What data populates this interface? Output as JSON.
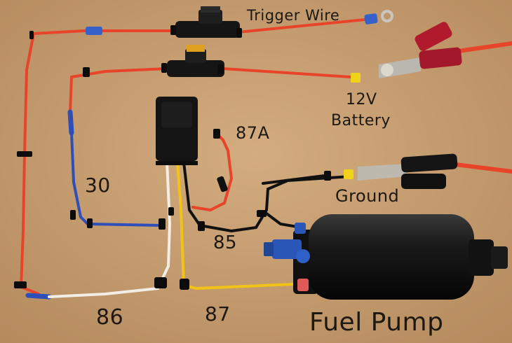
{
  "labels": {
    "trigger_wire": "Trigger Wire",
    "battery_12v": "12V",
    "battery_word": "Battery",
    "relay_87a": "87A",
    "relay_30": "30",
    "ground": "Ground",
    "relay_85": "85",
    "relay_86": "86",
    "relay_87": "87",
    "fuel_pump": "Fuel Pump"
  },
  "wire_colors": {
    "power": "#e8442a",
    "relay_30": "#2f4fb8",
    "relay_86": "#f2eee6",
    "relay_87": "#f1c318",
    "ground": "#111111"
  },
  "components": [
    "fuse",
    "fuse",
    "relay",
    "alligator-clip",
    "alligator-clip",
    "fuel-pump",
    "ring-terminal"
  ]
}
